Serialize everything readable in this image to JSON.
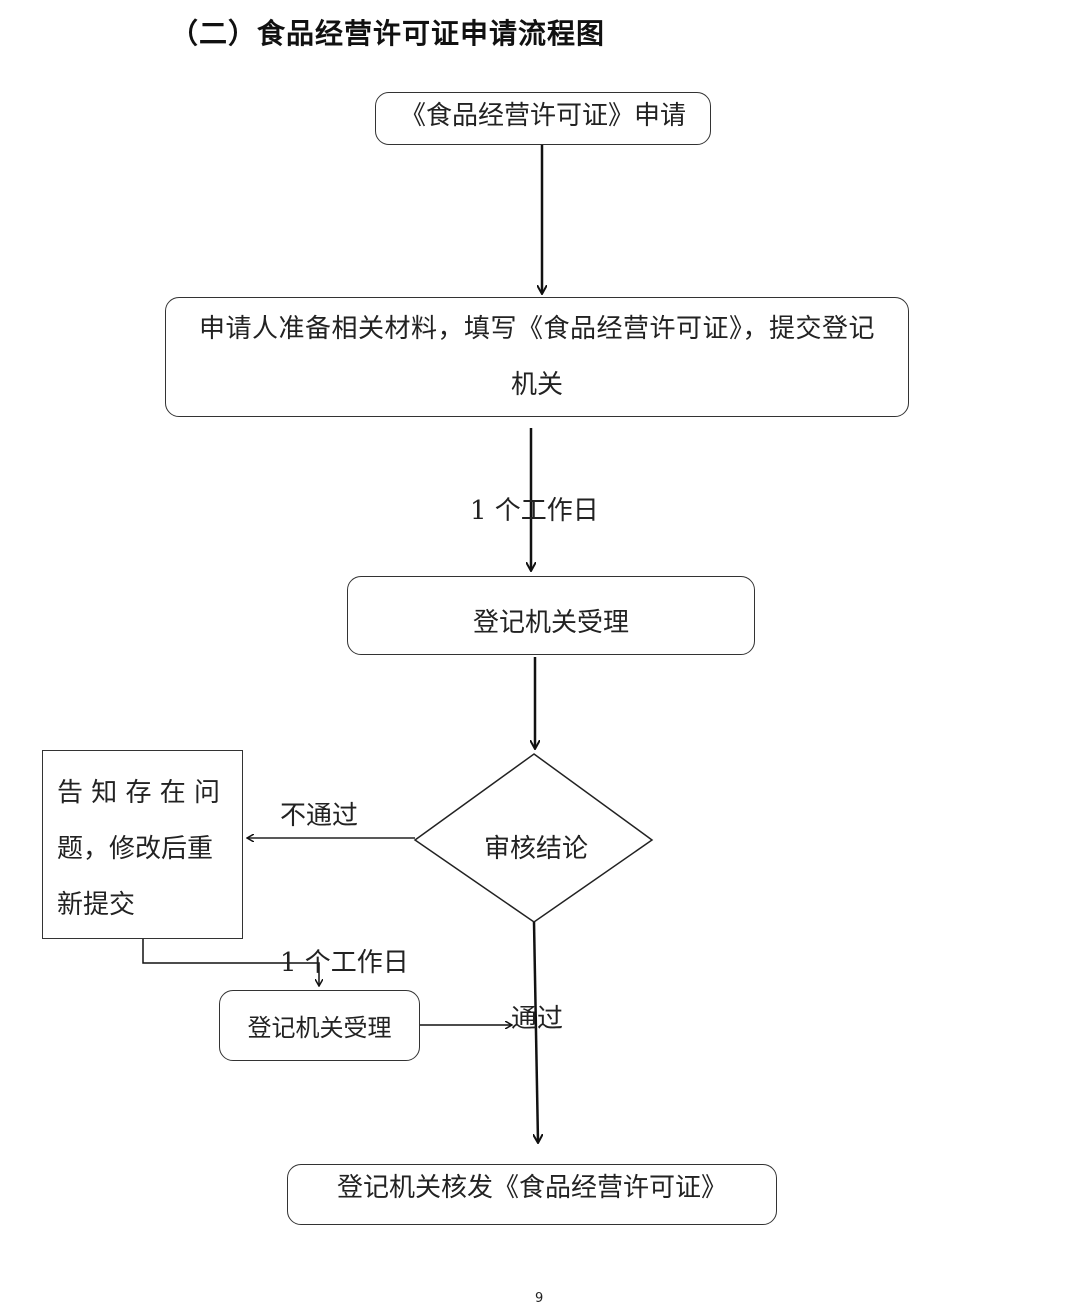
{
  "title": "（二）食品经营许可证申请流程图",
  "nodes": {
    "apply": "《食品经营许可证》申请",
    "prepare_line1": "申请人准备相关材料，填写《食品经营许可证》，提交登记",
    "prepare_line2": "机关",
    "accept": "登记机关受理",
    "decision": "审核结论",
    "notify_line1": "告 知 存 在 问",
    "notify_line2": "题，修改后重",
    "notify_line3": "新提交",
    "reaccept": "登记机关受理",
    "issue": "登记机关核发《食品经营许可证》"
  },
  "edge_labels": {
    "one_day_first": "1 个工作日",
    "fail": "不通过",
    "one_day_second": "1 个工作日",
    "pass": "通过"
  },
  "page_number": "9"
}
